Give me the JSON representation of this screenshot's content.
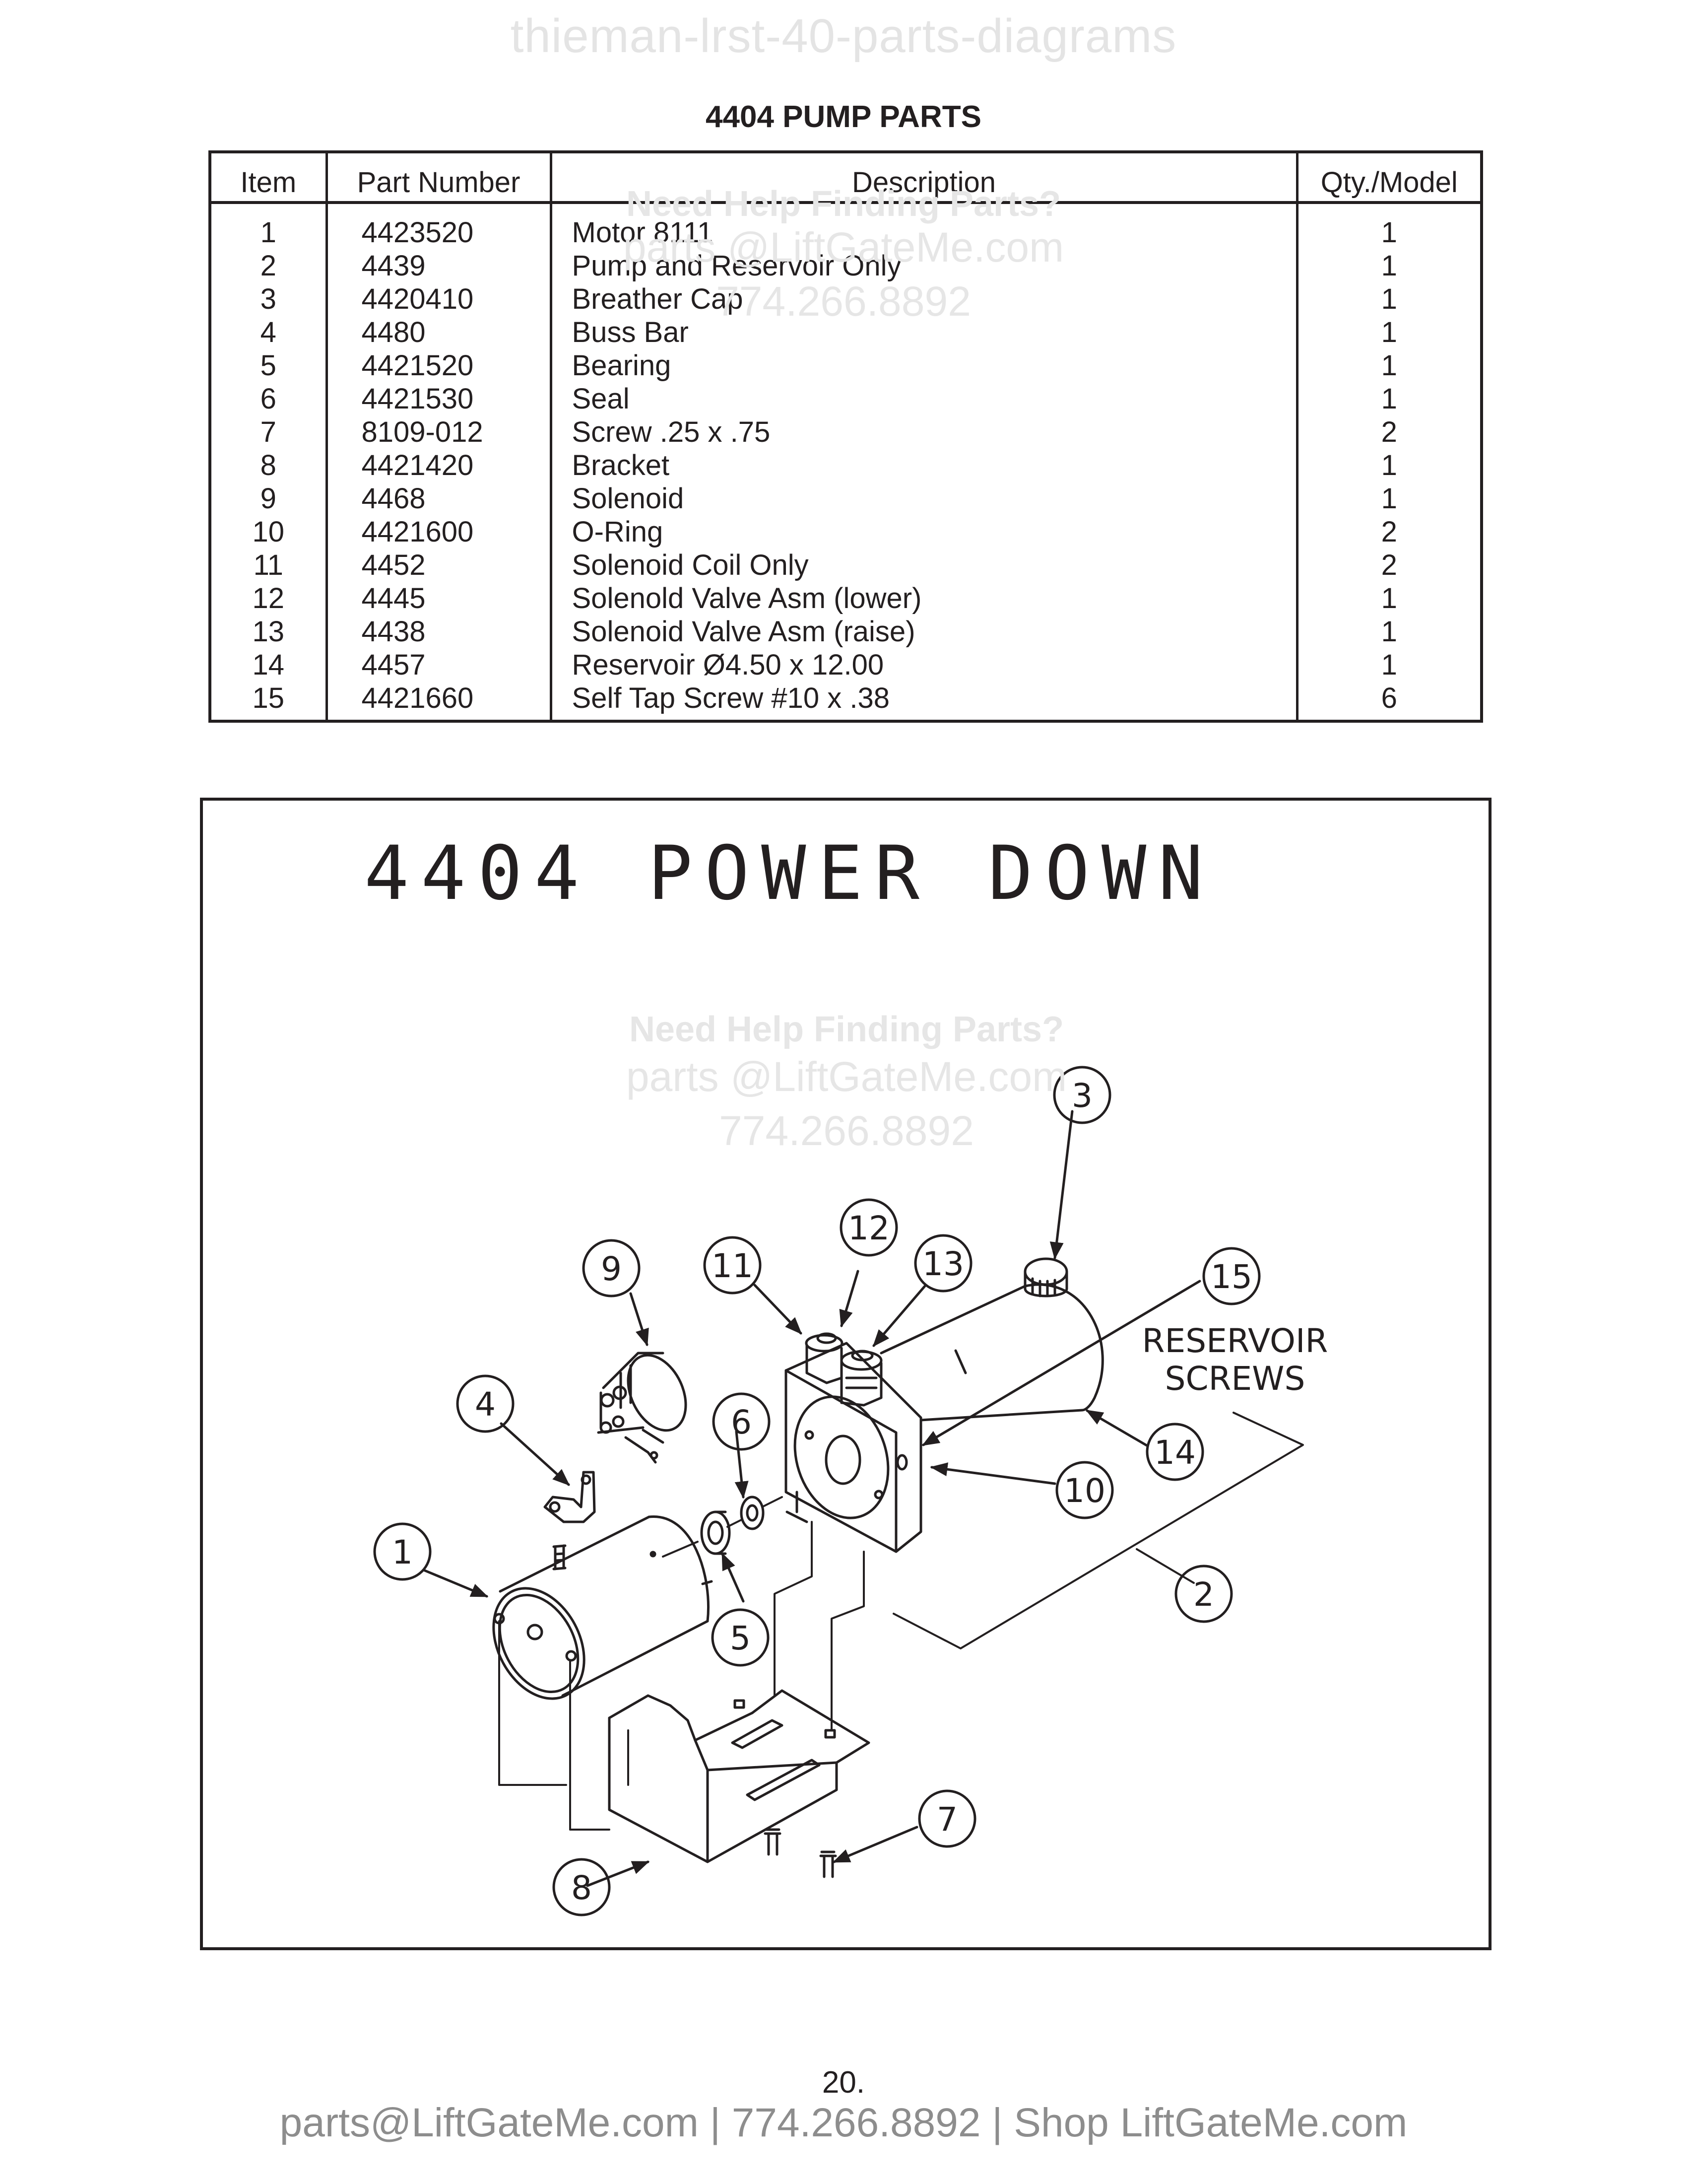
{
  "header": {
    "watermark": "thieman-lrst-40-parts-diagrams"
  },
  "table": {
    "title": "4404 PUMP PARTS",
    "columns": [
      "Item",
      "Part Number",
      "Description",
      "Qty./Model"
    ],
    "rows": [
      {
        "item": "1",
        "part": "4423520",
        "desc": "Motor 8111",
        "qty": "1"
      },
      {
        "item": "2",
        "part": "4439",
        "desc": "Pump and Reservoir Only",
        "qty": "1"
      },
      {
        "item": "3",
        "part": "4420410",
        "desc": "Breather Cap",
        "qty": "1"
      },
      {
        "item": "4",
        "part": "4480",
        "desc": "Buss Bar",
        "qty": "1"
      },
      {
        "item": "5",
        "part": "4421520",
        "desc": "Bearing",
        "qty": "1"
      },
      {
        "item": "6",
        "part": "4421530",
        "desc": "Seal",
        "qty": "1"
      },
      {
        "item": "7",
        "part": "8109-012",
        "desc": "Screw .25 x .75",
        "qty": "2"
      },
      {
        "item": "8",
        "part": "4421420",
        "desc": "Bracket",
        "qty": "1"
      },
      {
        "item": "9",
        "part": "4468",
        "desc": "Solenoid",
        "qty": "1"
      },
      {
        "item": "10",
        "part": "4421600",
        "desc": "O-Ring",
        "qty": "2"
      },
      {
        "item": "11",
        "part": "4452",
        "desc": "Solenoid Coil Only",
        "qty": "2"
      },
      {
        "item": "12",
        "part": "4445",
        "desc": "Solenold Valve Asm (lower)",
        "qty": "1"
      },
      {
        "item": "13",
        "part": "4438",
        "desc": "Solenoid Valve Asm (raise)",
        "qty": "1"
      },
      {
        "item": "14",
        "part": "4457",
        "desc": "Reservoir Ø4.50 x 12.00",
        "qty": "1"
      },
      {
        "item": "15",
        "part": "4421660",
        "desc": "Self Tap Screw #10 x .38",
        "qty": "6"
      }
    ]
  },
  "watermark": {
    "line1": "Need Help Finding Parts?",
    "line2": "parts @LiftGateMe.com",
    "line3": "774.266.8892"
  },
  "diagram": {
    "title": "4404 POWER DOWN",
    "callouts": [
      "1",
      "2",
      "3",
      "4",
      "5",
      "6",
      "7",
      "8",
      "9",
      "10",
      "11",
      "12",
      "13",
      "14",
      "15"
    ],
    "note_line1": "RESERVOIR",
    "note_line2": "SCREWS"
  },
  "footer": {
    "page_number": "20.",
    "contact": "parts@LiftGateMe.com | 774.266.8892 | Shop LiftGateMe.com"
  }
}
